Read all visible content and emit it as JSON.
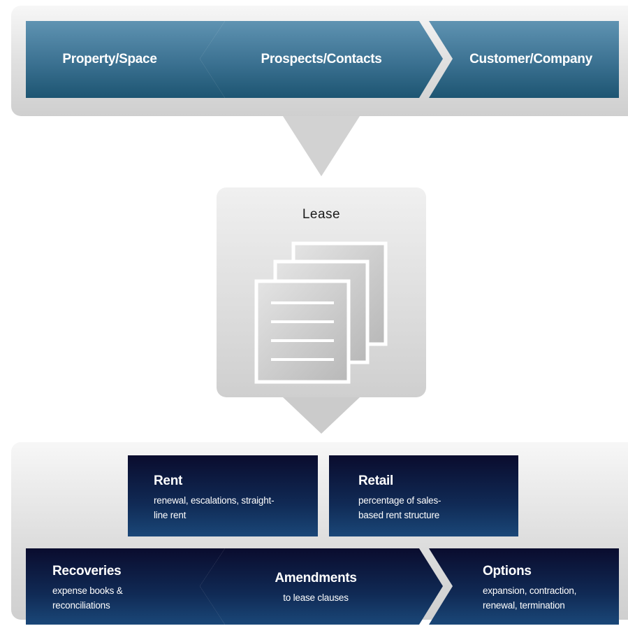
{
  "top_flow": {
    "property": "Property/Space",
    "prospects": "Prospects/Contacts",
    "customer": "Customer/Company"
  },
  "lease": {
    "title": "Lease",
    "icon": "documents-icon"
  },
  "rent": {
    "title": "Rent",
    "desc_line1": "renewal, escalations, straight-",
    "desc_line2": "line rent"
  },
  "retail": {
    "title": "Retail",
    "desc_line1": "percentage of sales-",
    "desc_line2": "based rent structure"
  },
  "recoveries": {
    "title": "Recoveries",
    "desc_line1": "expense books &",
    "desc_line2": "reconciliations"
  },
  "amendments": {
    "title": "Amendments",
    "desc_line1": "to lease clauses"
  },
  "options": {
    "title": "Options",
    "desc_line1": "expansion, contraction,",
    "desc_line2": "renewal, termination"
  },
  "colors": {
    "top_blue_light": "#4f86a6",
    "top_blue_dark": "#1d5572",
    "navy_dark": "#0a0c2e",
    "navy_light": "#1a4778"
  }
}
